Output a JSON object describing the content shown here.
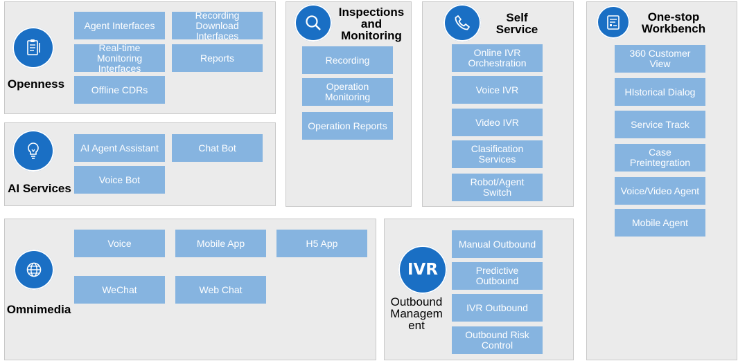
{
  "panels": {
    "openness": {
      "title": "Openness",
      "items": [
        "Agent Interfaces",
        "Recording\nDownload\nInterfaces",
        "Real-time\nMonitoring\nInterfaces",
        "Reports",
        "Offline CDRs"
      ]
    },
    "ai_services": {
      "title": "AI Services",
      "items": [
        "AI Agent Assistant",
        "Chat Bot",
        "Voice Bot"
      ]
    },
    "inspections": {
      "title": "Inspections\nand\nMonitoring",
      "items": [
        "Recording",
        "Operation\nMonitoring",
        "Operation Reports"
      ]
    },
    "self_service": {
      "title": "Self\nService",
      "items": [
        "Online IVR\nOrchestration",
        "Voice IVR",
        "Video IVR",
        "Clasification\nServices",
        "Robot/Agent\nSwitch"
      ]
    },
    "workbench": {
      "title": "One-stop\nWorkbench",
      "items": [
        "360 Customer\nView",
        "HIstorical Dialog",
        "Service Track",
        "Case\nPreintegration",
        "Voice/Video Agent",
        "Mobile Agent"
      ]
    },
    "omnimedia": {
      "title": "Omnimedia",
      "items": [
        "Voice",
        "Mobile App",
        "H5 App",
        "WeChat",
        "Web Chat"
      ]
    },
    "outbound": {
      "title": "Outbound\nManagem\nent",
      "icon_text": "IVR",
      "items": [
        "Manual Outbound",
        "Predictive\nOutbound",
        "IVR Outbound",
        "Outbound Risk\nControl"
      ]
    }
  },
  "colors": {
    "panel": "#ebebeb",
    "tile": "#86b4e0",
    "icon": "#1a6fc4"
  },
  "icons": {
    "openness": "clipboard-icon",
    "ai_services": "lightbulb-icon",
    "inspections": "magnifier-icon",
    "self_service": "phone-icon",
    "workbench": "document-icon",
    "omnimedia": "globe-icon",
    "outbound": "ivr-icon"
  }
}
